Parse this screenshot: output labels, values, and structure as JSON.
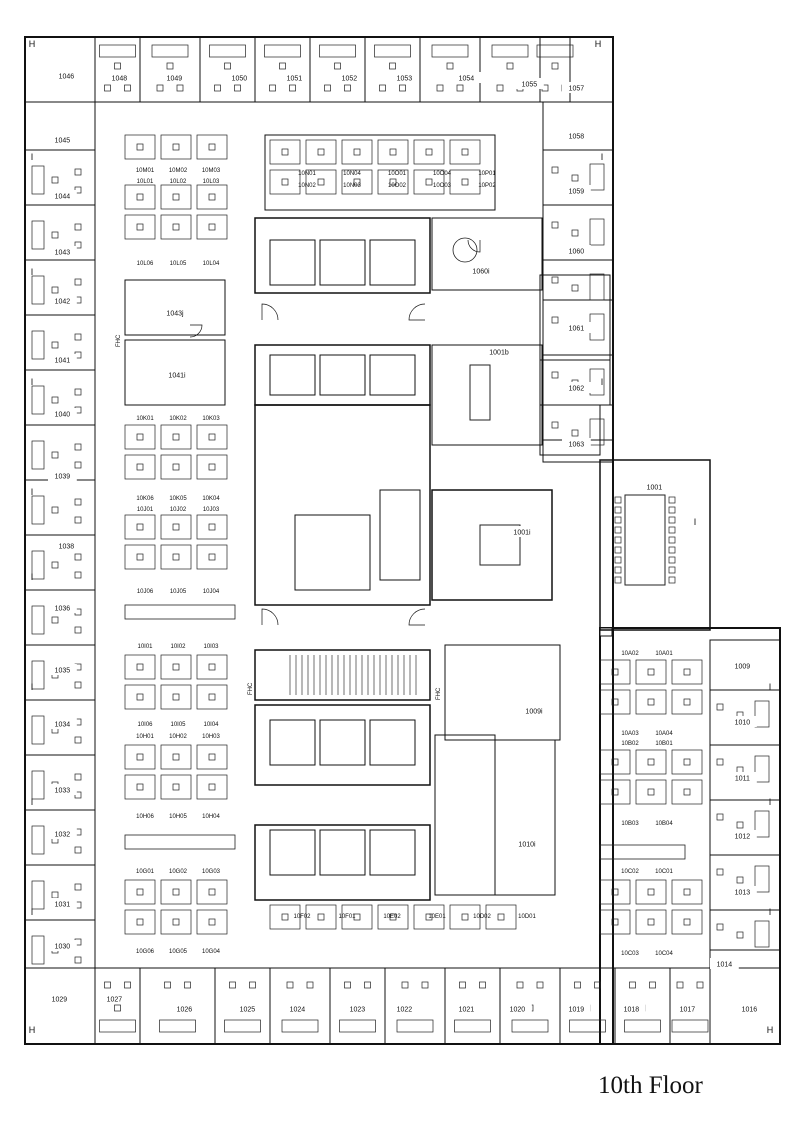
{
  "floor_title": "10th Floor",
  "perimeter_offices": [
    "1046",
    "1048",
    "1049",
    "1050",
    "1051",
    "1052",
    "1053",
    "1054",
    "1055",
    "1057",
    "1058",
    "1059",
    "1060",
    "1045",
    "1044",
    "1043",
    "1042",
    "1041",
    "1040",
    "1039",
    "1038",
    "1036",
    "1035",
    "1034",
    "1033",
    "1032",
    "1031",
    "1030",
    "1029",
    "1027",
    "1026",
    "1025",
    "1024",
    "1023",
    "1022",
    "1021",
    "1020",
    "1019",
    "1018",
    "1017",
    "1016",
    "1014",
    "1009",
    "1010",
    "1011",
    "1012",
    "1013"
  ],
  "core_rooms": [
    "1043j",
    "1041i",
    "1060i",
    "1061",
    "1062",
    "1063",
    "1001b",
    "1001",
    "1001i",
    "1009i",
    "1010i"
  ],
  "workstations": [
    "10M01",
    "10M02",
    "10M03",
    "10L01",
    "10L02",
    "10L03",
    "10L06",
    "10L05",
    "10L04",
    "10N01",
    "10N04",
    "10O01",
    "10O04",
    "10P01",
    "10N02",
    "10N03",
    "10O02",
    "10O03",
    "10P02",
    "10K01",
    "10K02",
    "10K03",
    "10K06",
    "10K05",
    "10K04",
    "10J01",
    "10J02",
    "10J03",
    "10J06",
    "10J05",
    "10J04",
    "10I01",
    "10I02",
    "10I03",
    "10I06",
    "10I05",
    "10I04",
    "10H01",
    "10H02",
    "10H03",
    "10H06",
    "10H05",
    "10H04",
    "10G01",
    "10G02",
    "10G03",
    "10G06",
    "10G05",
    "10G04",
    "10F02",
    "10F01",
    "10E02",
    "10E01",
    "10D02",
    "10D01",
    "10A02",
    "10A01",
    "10A03",
    "10A04",
    "10B02",
    "10B01",
    "10B03",
    "10B04",
    "10C02",
    "10C01",
    "10C03",
    "10C04"
  ],
  "fhc_label": "FHC",
  "markers": [
    "H",
    "I"
  ]
}
